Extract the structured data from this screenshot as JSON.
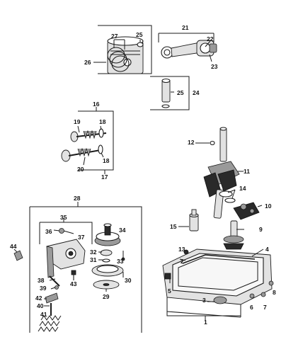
{
  "labels": {
    "l1": "1",
    "l2": "2",
    "l3": "3",
    "l4": "4",
    "l5": "5",
    "l6": "6",
    "l7": "7",
    "l8": "8",
    "l9": "9",
    "l10": "10",
    "l11": "11",
    "l12": "12",
    "l13": "13",
    "l14": "14",
    "l15": "15",
    "l16": "16",
    "l17": "17",
    "l18a": "18",
    "l18b": "18",
    "l19": "19",
    "l20": "20",
    "l21": "21",
    "l22": "22",
    "l23": "23",
    "l24": "24",
    "l25a": "25",
    "l25b": "25",
    "l26": "26",
    "l27": "27",
    "l28": "28",
    "l29": "29",
    "l30": "30",
    "l31": "31",
    "l32": "32",
    "l33": "33",
    "l34": "34",
    "l35": "35",
    "l36": "36",
    "l37": "37",
    "l38": "38",
    "l39": "39",
    "l40": "40",
    "l41": "41",
    "l42": "42",
    "l43": "43",
    "l44": "44"
  }
}
